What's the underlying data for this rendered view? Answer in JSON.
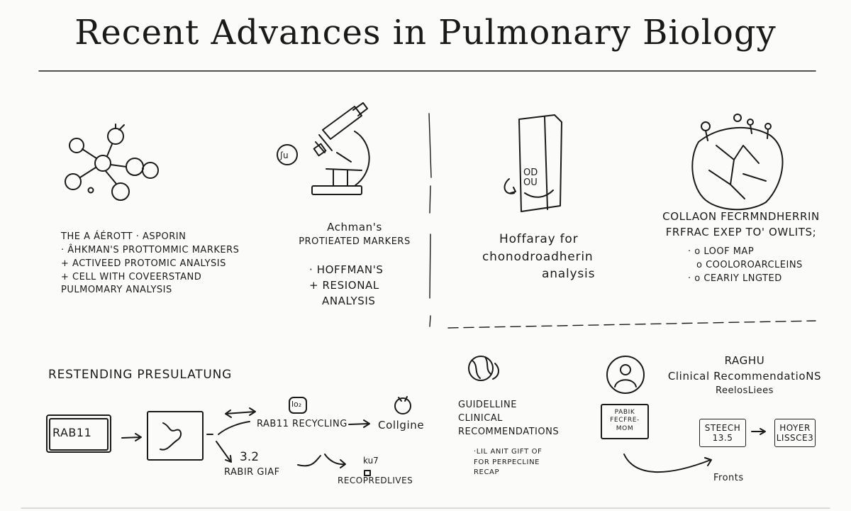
{
  "title": "Recent Advances in Pulmonary Biology",
  "section1": {
    "lines": [
      "THE A ÁÉROTT · ASPORIN",
      "· ÂHKMAN'S PROTTOMMIC MARKERS",
      "+ ACTIVEED PROTOMIC ANALYSIS",
      "+ CELL WITH COVEERSTAND",
      "PULMOMARY ANALYSIS"
    ]
  },
  "section2": {
    "speech_bubble": "ʃu",
    "heading": [
      "Achman's",
      "PROTIEATED MARKERS"
    ],
    "bullets": [
      "· HOFFMAN'S",
      "+ RESIONAL",
      "ANALYSIS"
    ]
  },
  "section3": {
    "device_text": [
      "OD",
      "OU"
    ],
    "lines": [
      "Hoffaray for",
      "chonodroadherin",
      "analysis"
    ]
  },
  "section4": {
    "heading": [
      "COLLAON FECRMNDHERRIN",
      "FRFRAC EXEP TO' OWLITS;"
    ],
    "bullets": [
      "· o LOOF MAP",
      "o COOLOROARCLEINS",
      "· o CEARIY LNGTED"
    ]
  },
  "section5": {
    "heading": "RESTENDING PRESULATUNG",
    "box": "RAB11",
    "rab11_recycling": "RAB11 RECYCLING",
    "collgine": "Collgine",
    "badge": "lo₂",
    "value": "3.2",
    "rab_giaf": "RABIR GIAF",
    "small_note": "ku7",
    "recopredlives": "RECOPREDLIVES"
  },
  "section6": {
    "lines": [
      "GUIDELLINE",
      "CLINICAL",
      "RECOMMENDATIONS"
    ],
    "notes": [
      "·LIL ANIT GIFT OF",
      "FOR PERPECLINE",
      "RECAP"
    ]
  },
  "section7": {
    "heading": [
      "RAGHU",
      "Clinical RecommendatioNS",
      "ReelosLiees"
    ],
    "card": [
      "PABIK",
      "FECFRE-",
      "MOM"
    ],
    "box_a": [
      "STEECH",
      "13.5"
    ],
    "box_b": [
      "HOYER",
      "LISSCE3"
    ],
    "fronts": "Fronts"
  }
}
